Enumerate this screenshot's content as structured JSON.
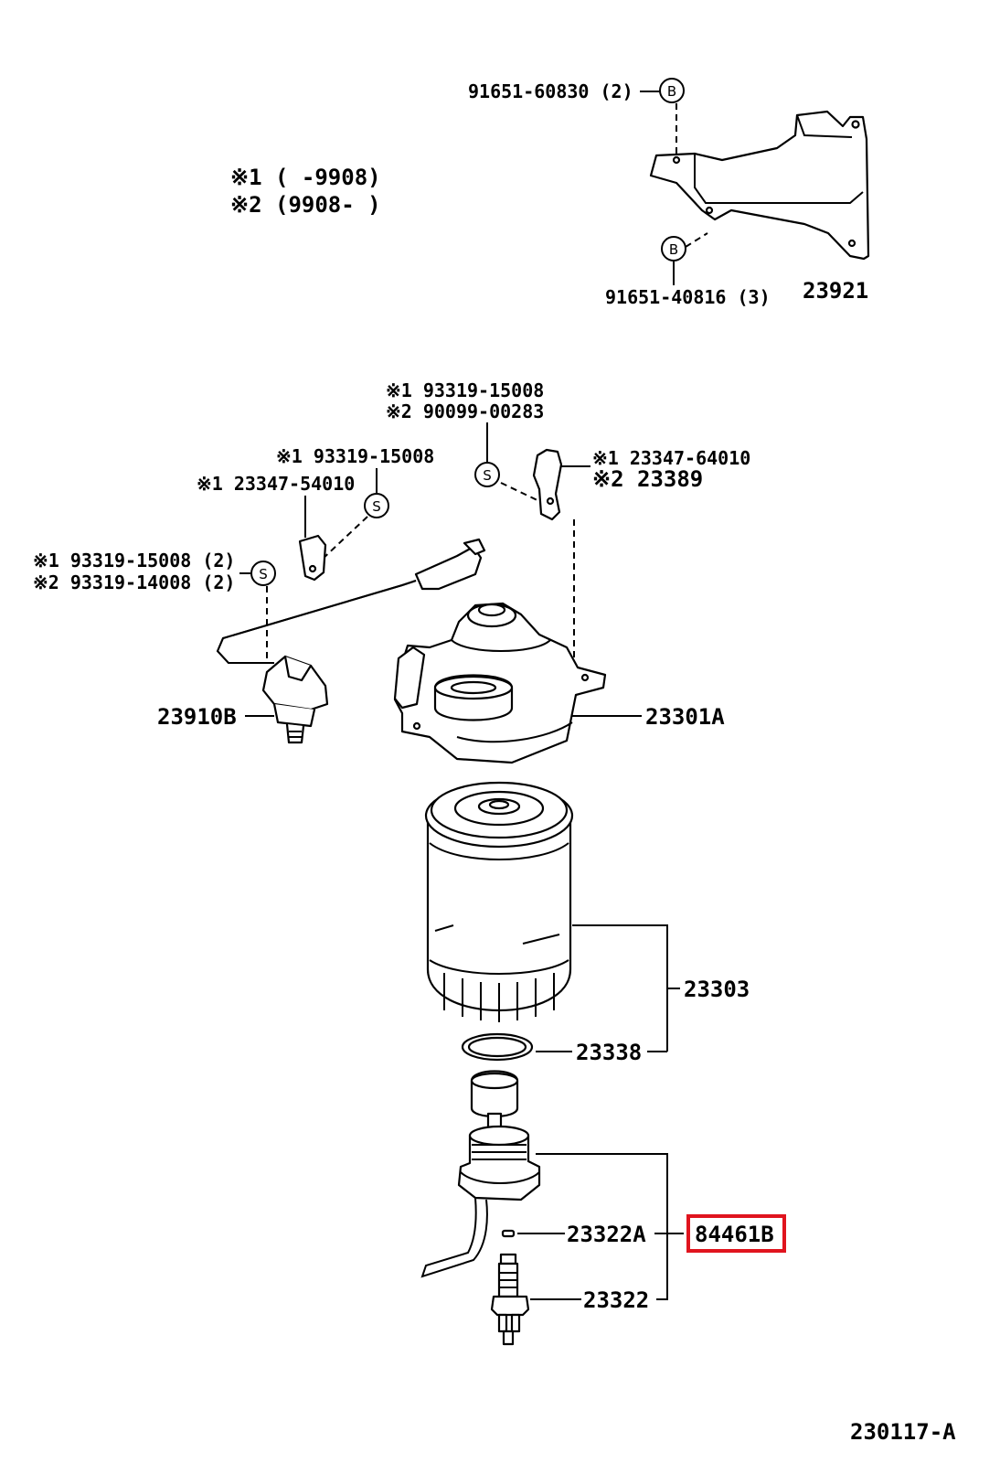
{
  "notes": {
    "line1": "※1 (     -9908)",
    "line2": "※2 (9908-     )"
  },
  "callouts": {
    "bolt_60830": "91651-60830 (2)",
    "bolt_40816": "91651-40816 (3)",
    "bracket": "23921",
    "screw_top_1": "※1 93319-15008",
    "screw_top_2": "※2 90099-00283",
    "clamp_right_1": "※1 23347-64010",
    "clamp_right_2": "※2 23389",
    "screw_mid": "※1 93319-15008",
    "clamp_left": "※1 23347-54010",
    "screw_left_1": "※1 93319-15008 (2)",
    "screw_left_2": "※2 93319-14008 (2)",
    "switch": "23910B",
    "filter_body": "23301A",
    "filter_element": "23303",
    "o_ring": "23338",
    "drain_pin": "23322A",
    "kit_highlighted": "84461B",
    "sensor": "23322",
    "diagram_id": "230117-A"
  },
  "circle_marks": {
    "b": "B",
    "s": "S"
  },
  "highlight": {
    "color": "#e0141e"
  }
}
